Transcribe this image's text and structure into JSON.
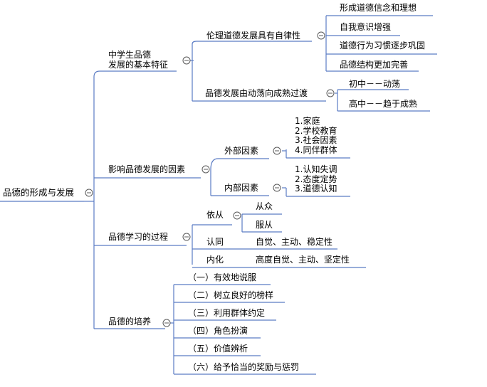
{
  "root": {
    "label": "品德的形成与发展"
  },
  "branch1": {
    "label": "中学生品德\n发展的基本特征",
    "sub1": {
      "label": "伦理道德发展具有自律性",
      "items": [
        "形成道德信念和理想",
        "自我意识增强",
        "道德行为习惯逐步巩固",
        "品德结构更加完善"
      ]
    },
    "sub2": {
      "label": "品德发展由动荡向成熟过渡",
      "items": [
        "初中－－动荡",
        "高中－－趋于成熟"
      ]
    }
  },
  "branch2": {
    "label": "影响品德发展的因素",
    "external": {
      "label": "外部因素",
      "items": "1.家庭\n2.学校教育\n3.社会因素\n4.同伴群体"
    },
    "internal": {
      "label": "内部因素",
      "items": "1.认知失调\n2.态度定势\n3.道德认知"
    }
  },
  "branch3": {
    "label": "品德学习的过程",
    "comply": {
      "label": "依从",
      "items": [
        "从众",
        "服从"
      ]
    },
    "identify": {
      "label": "认同",
      "detail": "自觉、主动、稳定性"
    },
    "internalize": {
      "label": "内化",
      "detail": "高度自觉、主动、坚定性"
    }
  },
  "branch4": {
    "label": "品德的培养",
    "items": [
      "（一）有效地说服",
      "（二）树立良好的榜样",
      "（三）利用群体约定",
      "（四）角色扮演",
      "（五）价值辨析",
      "（六）给予恰当的奖励与惩罚"
    ]
  },
  "colors": {
    "line": "#5b7cc4",
    "underline": "#4f75c2",
    "collapse": "#5a5a5a"
  },
  "icons": {
    "collapse": "collapse-minus-icon"
  }
}
